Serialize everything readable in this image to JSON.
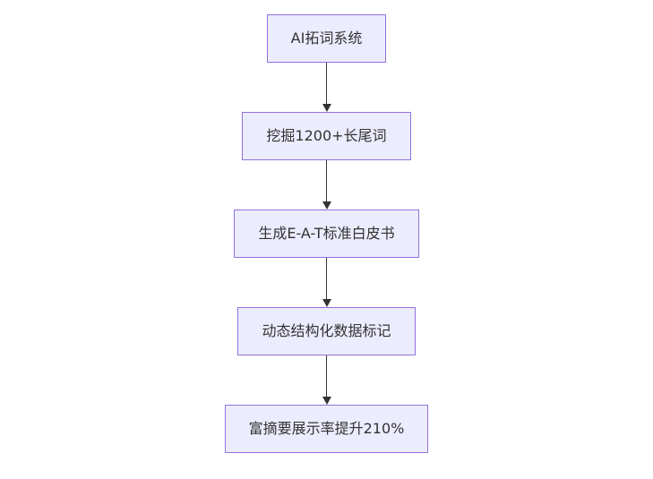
{
  "diagram": {
    "type": "flowchart",
    "direction": "top-down",
    "nodes": [
      {
        "id": "n1",
        "label": "AI拓词系统"
      },
      {
        "id": "n2",
        "label": "挖掘1200+长尾词"
      },
      {
        "id": "n3",
        "label": "生成E-A-T标准白皮书"
      },
      {
        "id": "n4",
        "label": "动态结构化数据标记"
      },
      {
        "id": "n5",
        "label": "富摘要展示率提升210%"
      }
    ],
    "edges": [
      {
        "from": "n1",
        "to": "n2"
      },
      {
        "from": "n2",
        "to": "n3"
      },
      {
        "from": "n3",
        "to": "n4"
      },
      {
        "from": "n4",
        "to": "n5"
      }
    ],
    "colors": {
      "node_fill": "#ececff",
      "node_border": "#9370db",
      "arrow": "#333333",
      "text": "#333333",
      "background": "#ffffff"
    }
  }
}
